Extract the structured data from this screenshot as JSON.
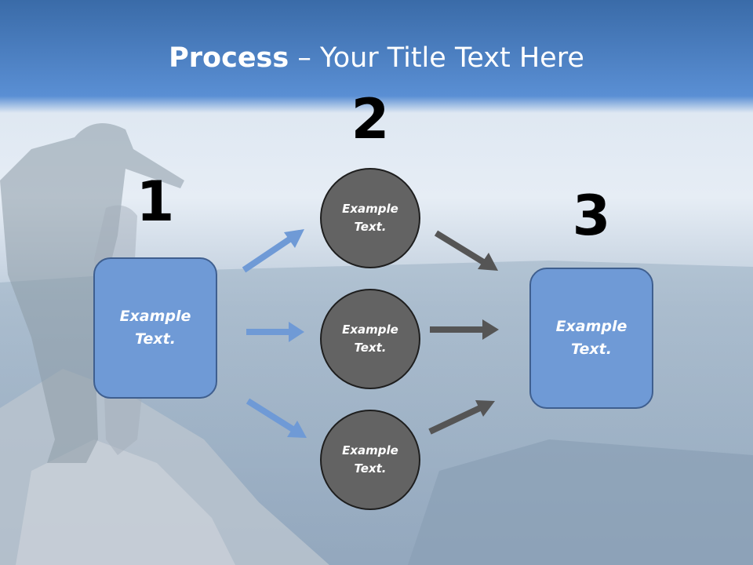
{
  "title": {
    "bold": "Process",
    "rest": " – Your Title Text Here"
  },
  "numbers": [
    "1",
    "2",
    "3"
  ],
  "boxes": {
    "left": "Example Text.",
    "right": "Example Text."
  },
  "circles": [
    "Example Text.",
    "Example Text.",
    "Example Text."
  ],
  "colors": {
    "header": "#4a7fc6",
    "box": "#6f9ad6",
    "circle": "#636363",
    "arrow_blue": "#6f9ad6",
    "arrow_gray": "#555555"
  }
}
